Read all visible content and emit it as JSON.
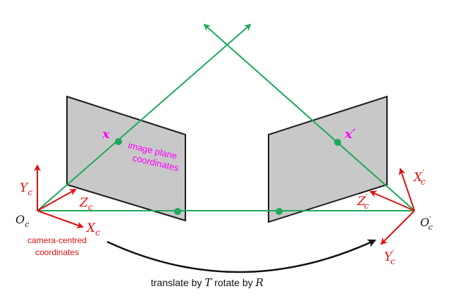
{
  "colors": {
    "green": "#1fa85c",
    "red": "#e01010",
    "magenta": "#ff00ff",
    "plane_fill": "#c8c8c8",
    "plane_stroke": "#1a1a1a",
    "black": "#111111"
  },
  "left_camera": {
    "origin": "O",
    "origin_sub": "c",
    "axis_y": {
      "main": "Y",
      "sub": "c"
    },
    "axis_z": {
      "main": "Z",
      "sub": "c"
    },
    "axis_x": {
      "main": "X",
      "sub": "c"
    },
    "caption_line1": "camera-centred",
    "caption_line2": "coordinates"
  },
  "right_camera": {
    "origin": "O",
    "origin_prime": "′",
    "origin_sub": "c",
    "axis_x": {
      "main": "X",
      "prime": "′",
      "sub": "c"
    },
    "axis_z": {
      "main": "Z",
      "prime": "′",
      "sub": "c"
    },
    "axis_y": {
      "main": "Y",
      "prime": "′",
      "sub": "c"
    }
  },
  "image_points": {
    "left": "x",
    "right": "x′"
  },
  "plane_label": {
    "line1": "image plane",
    "line2": "coordinates"
  },
  "transform": {
    "text1": "translate by ",
    "T": "T",
    "text2": " rotate by ",
    "R": "R"
  }
}
